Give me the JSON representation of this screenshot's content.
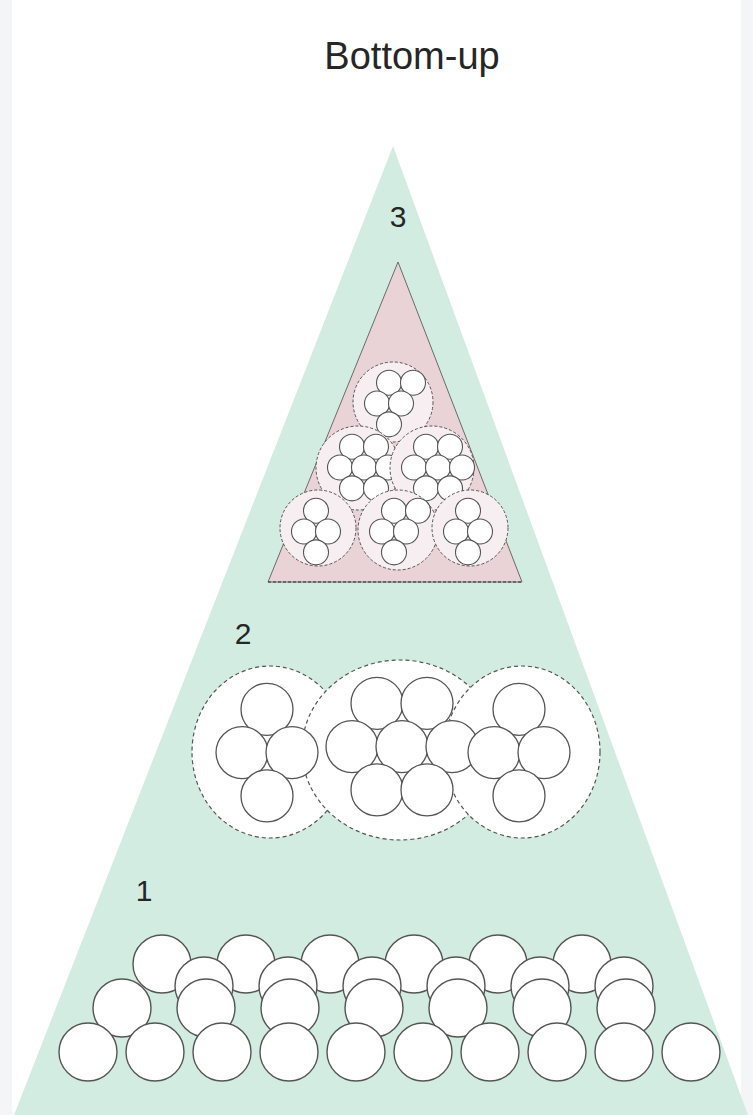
{
  "diagram": {
    "title": "Bottom-up",
    "labels": [
      "3",
      "2",
      "1"
    ]
  }
}
